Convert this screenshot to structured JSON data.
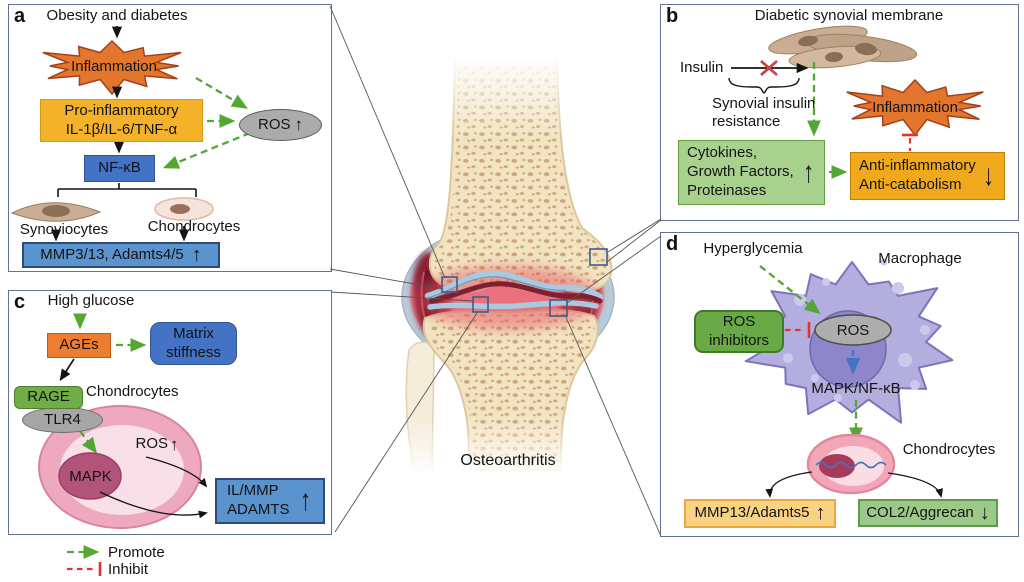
{
  "palette": {
    "promote_green": "#53A733",
    "inhibit_red": "#E3342B",
    "process_blue": "#4472C4",
    "output_blue": "#5B93CE",
    "pro_inflammatory_yellow": "#F3B229",
    "anti_catabolism_amber": "#F0A91D",
    "ages_orange": "#ED7D31",
    "rage_green": "#70AD47",
    "ros_inhibitor_green": "#6AAA46",
    "ros_gray": "#ABABAB",
    "inflammation_orange": "#E2762D",
    "mmp13_yellow": "#FAD284",
    "col2_green": "#9CC98A",
    "macrophage_purple": "#B3AEDE",
    "chondrocyte_pink": "#F2ABBE"
  },
  "center": {
    "label": "Osteoarthritis"
  },
  "legend": {
    "promote": "Promote",
    "inhibit": "Inhibit"
  },
  "panel_a": {
    "letter": "a",
    "trigger": "Obesity and diabetes",
    "inflammation": "Inflammation",
    "pro_inflammatory": "Pro-inflammatory\nIL-1β/IL-6/TNF-α",
    "nfkb": "NF-κB",
    "ros": "ROS",
    "ros_arrow": "↑",
    "synoviocytes": "Synoviocytes",
    "chondrocytes": "Chondrocytes",
    "output": "MMP3/13, Adamts4/5",
    "output_arrow": "↑"
  },
  "panel_b": {
    "letter": "b",
    "title": "Diabetic synovial membrane",
    "insulin": "Insulin",
    "resistance": "Synovial insulin resistance",
    "mediators": "Cytokines,\nGrowth Factors,\nProteinases",
    "mediators_arrow": "↑",
    "inflammation": "Inflammation",
    "anti": "Anti-inflammatory\nAnti-catabolism",
    "anti_arrow": "↓"
  },
  "panel_c": {
    "letter": "c",
    "trigger": "High glucose",
    "ages": "AGEs",
    "matrix": "Matrix\nstiffness",
    "rage": "RAGE",
    "tlr4": "TLR4",
    "chondrocytes": "Chondrocytes",
    "ros": "ROS",
    "ros_arrow": "↑",
    "mapk": "MAPK",
    "output": "IL/MMP\nADAMTS",
    "output_arrow": "↑"
  },
  "panel_d": {
    "letter": "d",
    "trigger": "Hyperglycemia",
    "macrophage": "Macrophage",
    "ros_inhibitors": "ROS\ninhibitors",
    "ros": "ROS",
    "mapk_nfkb": "MAPK/NF-κB",
    "chondrocytes": "Chondrocytes",
    "catabolic": "MMP13/Adamts5",
    "catabolic_arrow": "↑",
    "anabolic": "COL2/Aggrecan",
    "anabolic_arrow": "↓"
  }
}
